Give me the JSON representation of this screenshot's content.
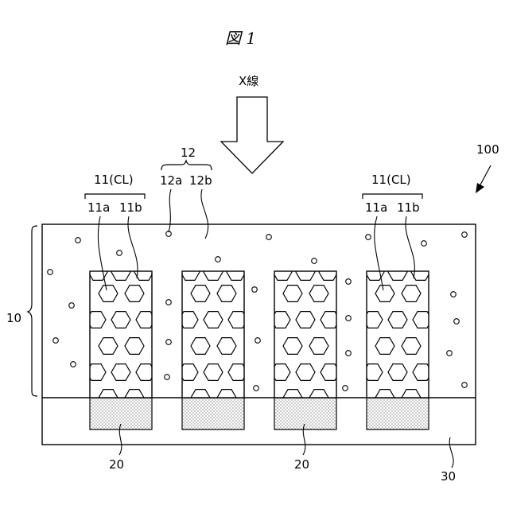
{
  "figure_title": "図 1",
  "xray_label": "X線",
  "labels": {
    "sensor": "100",
    "scintillator_layer": "10",
    "cell_left": "11(CL)",
    "cell_left_a": "11a",
    "cell_left_b": "11b",
    "cell_right": "11(CL)",
    "cell_right_a": "11a",
    "cell_right_b": "11b",
    "matrix": "12",
    "matrix_a": "12a",
    "matrix_b": "12b",
    "photodetector_1": "20",
    "photodetector_2": "20",
    "substrate": "30"
  }
}
